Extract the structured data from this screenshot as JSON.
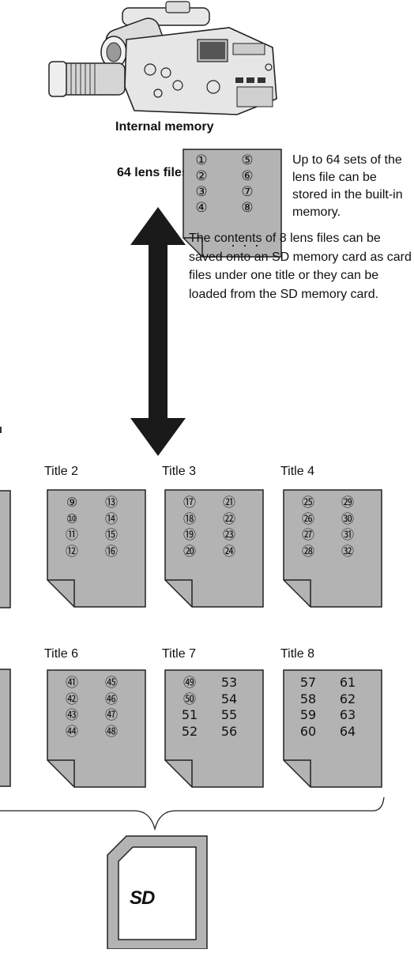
{
  "internal_memory": {
    "heading": "Internal memory",
    "count_label": "64 lens files",
    "description": "Up to 64 sets of the lens file can be stored in the built-in memory.",
    "left_column": [
      "①",
      "②",
      "③",
      "④"
    ],
    "right_column": [
      "⑤",
      "⑥",
      "⑦",
      "⑧"
    ],
    "more": "· · ·"
  },
  "transfer": {
    "description": "The contents of 8 lens files can be saved onto an SD memory card as card files under one title or they can be loaded from the SD memory card."
  },
  "titles": [
    {
      "label": "Title 2",
      "left": [
        "⑨",
        "⑩",
        "⑪",
        "⑫"
      ],
      "right": [
        "⑬",
        "⑭",
        "⑮",
        "⑯"
      ]
    },
    {
      "label": "Title 3",
      "left": [
        "⑰",
        "⑱",
        "⑲",
        "⑳"
      ],
      "right": [
        "㉑",
        "㉒",
        "㉓",
        "㉔"
      ]
    },
    {
      "label": "Title 4",
      "left": [
        "㉕",
        "㉖",
        "㉗",
        "㉘"
      ],
      "right": [
        "㉙",
        "㉚",
        "㉛",
        "㉜"
      ]
    },
    {
      "label": "Title 6",
      "left": [
        "㊶",
        "㊷",
        "㊸",
        "㊹"
      ],
      "right": [
        "㊺",
        "㊻",
        "㊼",
        "㊽"
      ]
    },
    {
      "label": "Title 7",
      "left": [
        "㊾",
        "㊿",
        "51",
        "52"
      ],
      "right": [
        "53",
        "54",
        "55",
        "56"
      ]
    },
    {
      "label": "Title 8",
      "left": [
        "57",
        "58",
        "59",
        "60"
      ],
      "right": [
        "61",
        "62",
        "63",
        "64"
      ]
    }
  ],
  "sd_card": {
    "logo": "SD"
  },
  "colors": {
    "file_fill": "#b3b3b3",
    "stroke": "#222222",
    "arrow": "#1a1a1a"
  }
}
